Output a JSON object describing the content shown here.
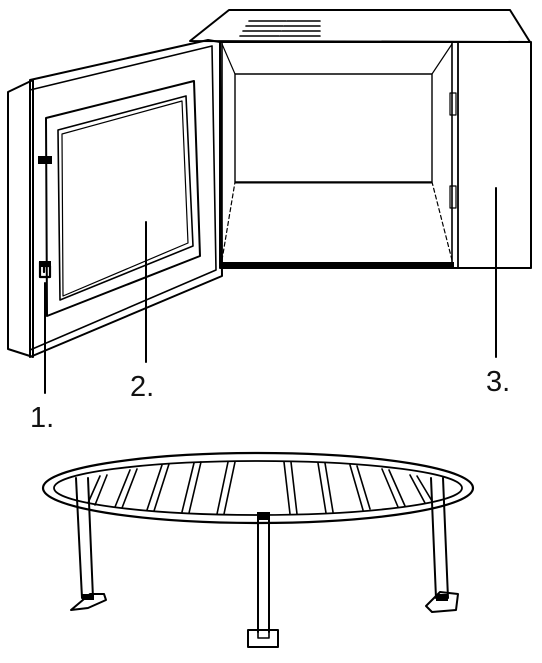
{
  "labels": {
    "door_safety_lock": "1.",
    "observation_window": "2.",
    "control_panel": "3."
  },
  "colors": {
    "line": "#000000",
    "background": "#ffffff"
  }
}
